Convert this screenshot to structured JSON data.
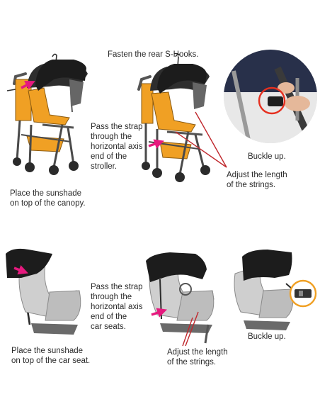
{
  "colors": {
    "canopy": "#1c1c1c",
    "seat": "#f0a024",
    "frame": "#4a4a4a",
    "wheel": "#2b2b2b",
    "car_seat": "#cfcfcf",
    "car_seat_shade": "#9a9a9a",
    "arrow": "#e6197e",
    "guide_line": "#c0282d",
    "highlight": "#e53020"
  },
  "icons": [
    "pink-arrow-icon",
    "red-circle-highlight-icon"
  ],
  "stroller_panel": {
    "step_place": "Place the sunshade\non top of the canopy.",
    "step_s_hooks": "Fasten the rear S-Hooks.",
    "step_strap": "Pass the strap\nthrough the\nhorizontal axis\nend of the\nstroller.",
    "step_adjust": "Adjust the length\nof the strings.",
    "step_buckle": "Buckle up."
  },
  "car_seat_panel": {
    "step_place": "Place the sunshade\non top of the car seat.",
    "step_strap": "Pass the strap\nthrough the\nhorizontal axis\nend of the\ncar seats.",
    "step_adjust": "Adjust the length\nof the strings.",
    "step_buckle": "Buckle up."
  }
}
